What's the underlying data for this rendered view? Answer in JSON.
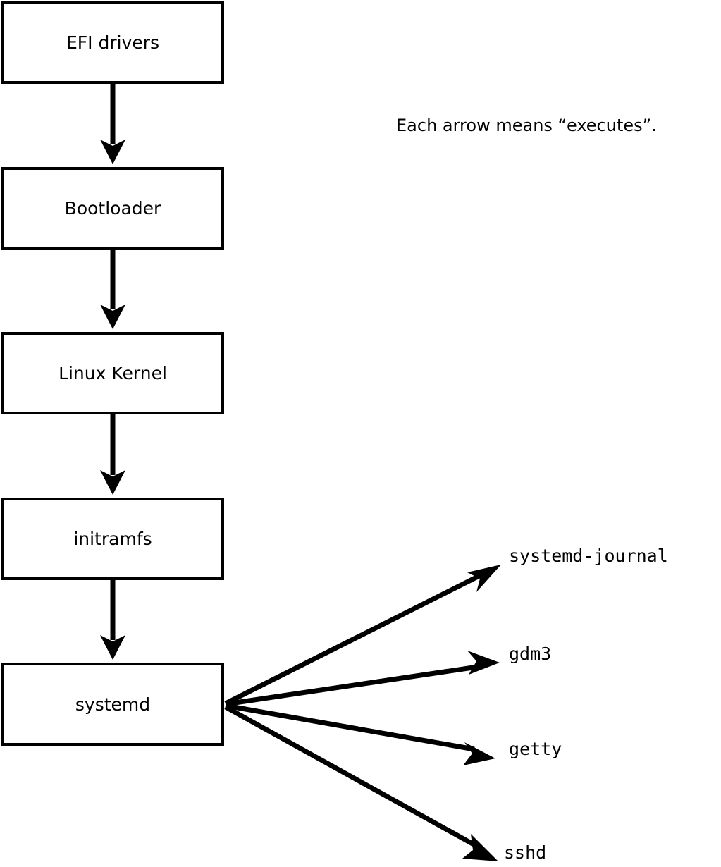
{
  "diagram": {
    "legend": {
      "text": "Each arrow means “executes”."
    },
    "boot_chain": [
      {
        "id": "efi-drivers",
        "label": "EFI drivers"
      },
      {
        "id": "bootloader",
        "label": "Bootloader"
      },
      {
        "id": "linux-kernel",
        "label": "Linux Kernel"
      },
      {
        "id": "initramfs",
        "label": "initramfs"
      },
      {
        "id": "systemd",
        "label": "systemd"
      }
    ],
    "services": [
      {
        "id": "systemd-journal",
        "label": "systemd-journal"
      },
      {
        "id": "gdm3",
        "label": "gdm3"
      },
      {
        "id": "getty",
        "label": "getty"
      },
      {
        "id": "sshd",
        "label": "sshd"
      }
    ],
    "colors": {
      "stroke": "#000000",
      "fill": "#ffffff",
      "text": "#000000"
    }
  }
}
